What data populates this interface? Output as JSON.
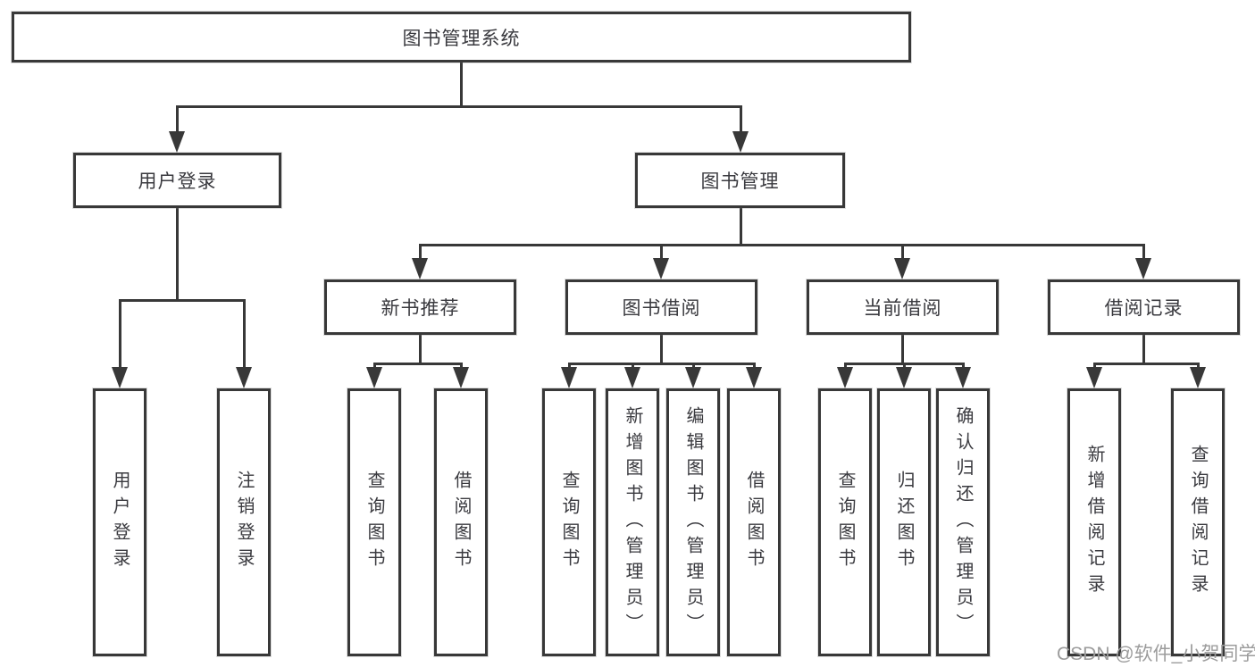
{
  "diagram": {
    "root_label": "图书管理系统",
    "level2": [
      {
        "id": "user-login",
        "label": "用户登录",
        "children": [
          "用户登录",
          "注销登录"
        ]
      },
      {
        "id": "book-management",
        "label": "图书管理"
      }
    ],
    "level3": [
      {
        "id": "new-book-recommend",
        "label": "新书推荐",
        "children": [
          "查询图书",
          "借阅图书"
        ]
      },
      {
        "id": "book-borrow",
        "label": "图书借阅",
        "children": [
          "查询图书",
          "新增图书（管理员）",
          "编辑图书（管理员）",
          "借阅图书"
        ]
      },
      {
        "id": "current-borrow",
        "label": "当前借阅",
        "children": [
          "查询图书",
          "归还图书",
          "确认归还（管理员）"
        ]
      },
      {
        "id": "borrow-record",
        "label": "借阅记录",
        "children": [
          "新增借阅记录",
          "查询借阅记录"
        ]
      }
    ]
  },
  "watermark": {
    "text": "CSDN @软件_小贺同学",
    "color": "#9c9c9c"
  },
  "colors": {
    "line": "#383838",
    "box_border": "#383838",
    "text": "#3a3a3f",
    "background": "#ffffff"
  }
}
